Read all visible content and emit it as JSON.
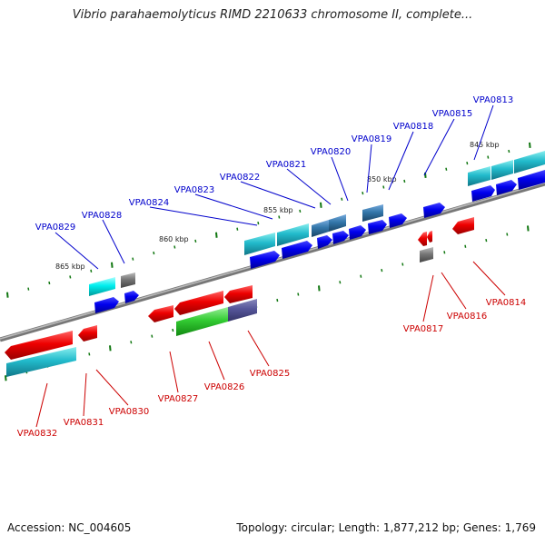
{
  "title": "Vibrio parahaemolyticus RIMD 2210633 chromosome II, complete...",
  "accession": "Accession: NC_004605",
  "summary": "Topology: circular; Length: 1,877,212 bp; Genes: 1,769",
  "colors": {
    "forward_label": "#0000cc",
    "reverse_label": "#cc0000",
    "backbone": "#888888",
    "cds_forward": "#0000ee",
    "cds_reverse": "#ee0000",
    "rna_teal": "#22bbcc",
    "cyan": "#00eeee",
    "steelblue": "#3377aa",
    "grey": "#777777",
    "green": "#33cc33",
    "purple": "#555599",
    "tick_mark": "#117711"
  },
  "scale_ticks": [
    "845 kbp",
    "850 kbp",
    "855 kbp",
    "860 kbp",
    "865 kbp"
  ],
  "forward_labels": [
    "VPA0813",
    "VPA0815",
    "VPA0818",
    "VPA0819",
    "VPA0820",
    "VPA0821",
    "VPA0822",
    "VPA0823",
    "VPA0824",
    "VPA0828",
    "VPA0829"
  ],
  "reverse_labels": [
    "VPA0814",
    "VPA0816",
    "VPA0817",
    "VPA0825",
    "VPA0826",
    "VPA0827",
    "VPA0830",
    "VPA0831",
    "VPA0832"
  ]
}
